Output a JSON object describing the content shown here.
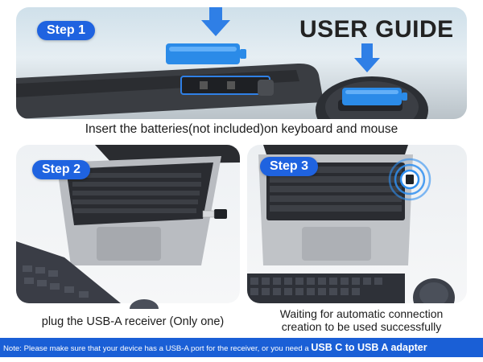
{
  "title": "USER GUIDE",
  "steps": [
    {
      "label": "Step 1",
      "caption": "Insert the batteries(not included)on keyboard and mouse"
    },
    {
      "label": "Step 2",
      "caption": "plug the USB-A receiver (Only one)"
    },
    {
      "label": "Step 3",
      "caption_line1": "Waiting for automatic connection",
      "caption_line2": "creation to be used successfully"
    }
  ],
  "note": {
    "text": "Note: Please make sure that your device has a USB-A port for the receiver, or you need a",
    "highlight": "USB C to USB A adapter"
  },
  "colors": {
    "accent": "#1f63e0",
    "note_bar": "#1a5fd6",
    "battery": "#2b8be8",
    "arrow": "#2f7fe6"
  },
  "icons": [
    "down-arrow-icon",
    "battery-icon",
    "wireless-signal-icon"
  ]
}
